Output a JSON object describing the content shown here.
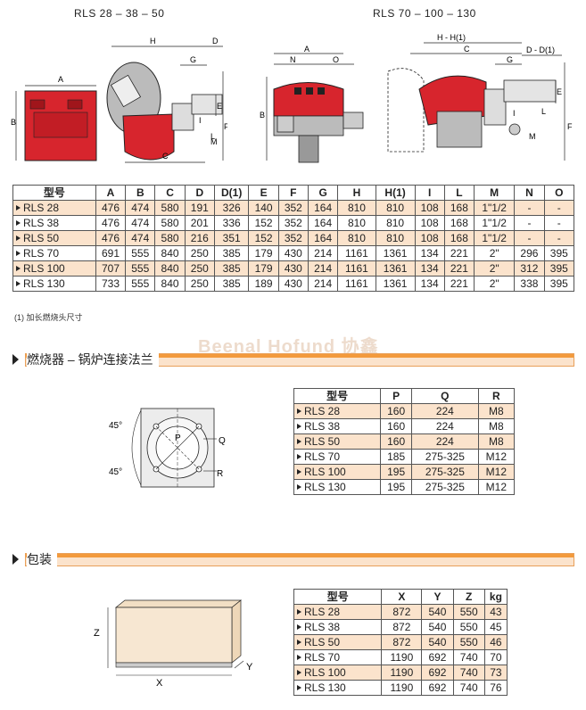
{
  "headings": {
    "left_models": "RLS 28 – 38 – 50",
    "right_models": "RLS 70 – 100 – 130"
  },
  "drawing_labels": {
    "H": "H",
    "D": "D",
    "A": "A",
    "B": "B",
    "C": "C",
    "G": "G",
    "E": "E",
    "F": "F",
    "I": "I",
    "L": "L",
    "M": "M",
    "N": "N",
    "O": "O",
    "H_H1": "H - H(1)",
    "D_D1": "D - D(1)"
  },
  "dims_table": {
    "headers": [
      "型号",
      "A",
      "B",
      "C",
      "D",
      "D(1)",
      "E",
      "F",
      "G",
      "H",
      "H(1)",
      "I",
      "L",
      "M",
      "N",
      "O"
    ],
    "rows": [
      {
        "model": "RLS 28",
        "cells": [
          "476",
          "474",
          "580",
          "191",
          "326",
          "140",
          "352",
          "164",
          "810",
          "810",
          "108",
          "168",
          "1\"1/2",
          "-",
          "-"
        ],
        "highlight": true
      },
      {
        "model": "RLS 38",
        "cells": [
          "476",
          "474",
          "580",
          "201",
          "336",
          "152",
          "352",
          "164",
          "810",
          "810",
          "108",
          "168",
          "1\"1/2",
          "-",
          "-"
        ],
        "highlight": false
      },
      {
        "model": "RLS 50",
        "cells": [
          "476",
          "474",
          "580",
          "216",
          "351",
          "152",
          "352",
          "164",
          "810",
          "810",
          "108",
          "168",
          "1\"1/2",
          "-",
          "-"
        ],
        "highlight": true
      },
      {
        "model": "RLS 70",
        "cells": [
          "691",
          "555",
          "840",
          "250",
          "385",
          "179",
          "430",
          "214",
          "1161",
          "1361",
          "134",
          "221",
          "2\"",
          "296",
          "395"
        ],
        "highlight": false
      },
      {
        "model": "RLS 100",
        "cells": [
          "707",
          "555",
          "840",
          "250",
          "385",
          "179",
          "430",
          "214",
          "1161",
          "1361",
          "134",
          "221",
          "2\"",
          "312",
          "395"
        ],
        "highlight": true
      },
      {
        "model": "RLS 130",
        "cells": [
          "733",
          "555",
          "840",
          "250",
          "385",
          "189",
          "430",
          "214",
          "1161",
          "1361",
          "134",
          "221",
          "2\"",
          "338",
          "395"
        ],
        "highlight": false
      }
    ]
  },
  "footnote": "(1) 加长燃烧头尺寸",
  "watermark": "Beenal Hofund 协鑫",
  "section_flange": {
    "title": "燃烧器 – 锅炉连接法兰",
    "angle_top": "45°",
    "angle_bottom": "45°",
    "label_P": "P",
    "label_Q": "Q",
    "label_R": "R",
    "table": {
      "headers": [
        "型号",
        "P",
        "Q",
        "R"
      ],
      "rows": [
        {
          "model": "RLS 28",
          "cells": [
            "160",
            "224",
            "M8"
          ],
          "highlight": true
        },
        {
          "model": "RLS 38",
          "cells": [
            "160",
            "224",
            "M8"
          ],
          "highlight": false
        },
        {
          "model": "RLS 50",
          "cells": [
            "160",
            "224",
            "M8"
          ],
          "highlight": true
        },
        {
          "model": "RLS 70",
          "cells": [
            "185",
            "275-325",
            "M12"
          ],
          "highlight": false
        },
        {
          "model": "RLS 100",
          "cells": [
            "195",
            "275-325",
            "M12"
          ],
          "highlight": true
        },
        {
          "model": "RLS 130",
          "cells": [
            "195",
            "275-325",
            "M12"
          ],
          "highlight": false
        }
      ]
    }
  },
  "section_packing": {
    "title": "包装",
    "label_X": "X",
    "label_Y": "Y",
    "label_Z": "Z",
    "table": {
      "headers": [
        "型号",
        "X",
        "Y",
        "Z",
        "kg"
      ],
      "rows": [
        {
          "model": "RLS 28",
          "cells": [
            "872",
            "540",
            "550",
            "43"
          ],
          "highlight": true
        },
        {
          "model": "RLS 38",
          "cells": [
            "872",
            "540",
            "550",
            "45"
          ],
          "highlight": false
        },
        {
          "model": "RLS 50",
          "cells": [
            "872",
            "540",
            "550",
            "46"
          ],
          "highlight": true
        },
        {
          "model": "RLS 70",
          "cells": [
            "1190",
            "692",
            "740",
            "70"
          ],
          "highlight": false
        },
        {
          "model": "RLS 100",
          "cells": [
            "1190",
            "692",
            "740",
            "73"
          ],
          "highlight": true
        },
        {
          "model": "RLS 130",
          "cells": [
            "1190",
            "692",
            "740",
            "76"
          ],
          "highlight": false
        }
      ]
    }
  },
  "colors": {
    "burner_red": "#d7252d",
    "highlight_row": "#fbe3cc",
    "section_band": "#f39a3c"
  }
}
